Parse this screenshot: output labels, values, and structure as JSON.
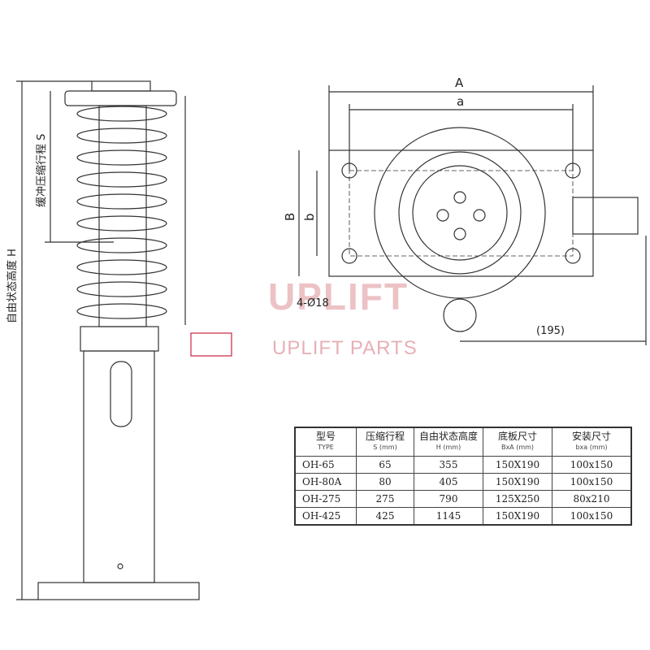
{
  "side_view": {
    "dim_height_label": "自由状态高度 H",
    "dim_stroke_label": "缓冲压缩行程 S"
  },
  "top_view": {
    "dim_A": "A",
    "dim_a": "a",
    "dim_B": "B",
    "dim_b": "b",
    "holes_label": "4-Ø18",
    "offset_label": "(195)"
  },
  "watermark": {
    "brand": "UPLIFT",
    "tagline": "UPLIFT PARTS"
  },
  "spec_table": {
    "headers": [
      {
        "cn": "型号",
        "en": "TYPE"
      },
      {
        "cn": "压缩行程",
        "en": "S (mm)"
      },
      {
        "cn": "自由状态高度",
        "en": "H (mm)"
      },
      {
        "cn": "底板尺寸",
        "en": "BxA (mm)"
      },
      {
        "cn": "安装尺寸",
        "en": "bxa (mm)"
      }
    ],
    "rows": [
      [
        "OH-65",
        "65",
        "355",
        "150X190",
        "100x150"
      ],
      [
        "OH-80A",
        "80",
        "405",
        "150X190",
        "100x150"
      ],
      [
        "OH-275",
        "275",
        "790",
        "125X250",
        "80x210"
      ],
      [
        "OH-425",
        "425",
        "1145",
        "150X190",
        "100x150"
      ]
    ]
  }
}
